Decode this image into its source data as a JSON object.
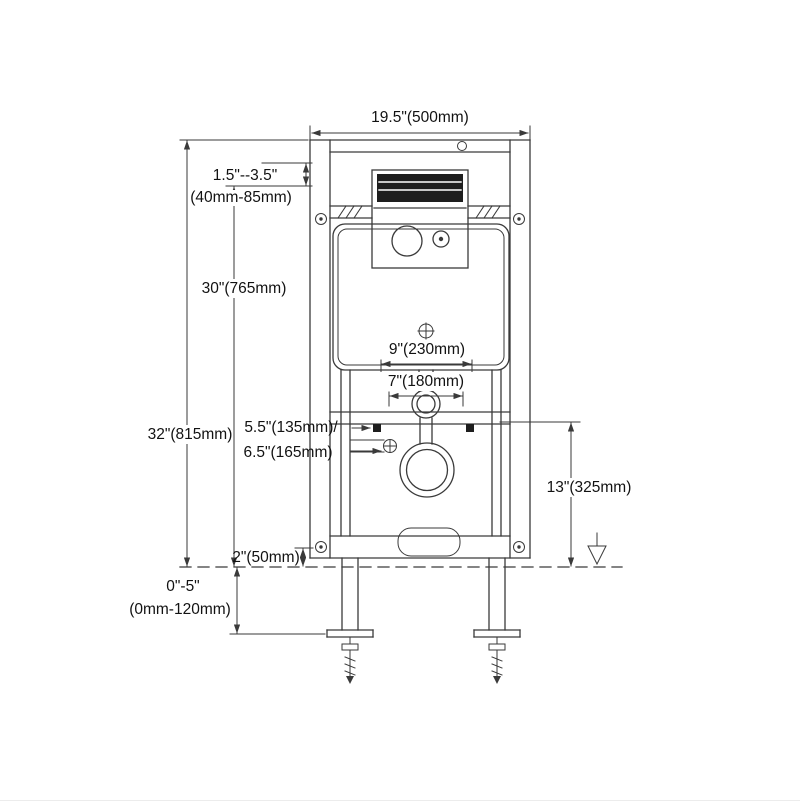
{
  "colors": {
    "line": "#3a3a3a",
    "text": "#121212",
    "panel_dark": "#1e1e1e",
    "background": "#ffffff"
  },
  "diagram": {
    "labels": {
      "width_top": "19.5\"(500mm)",
      "wall_range_in": "1.5\"--3.5\"",
      "wall_range_mm": "(40mm-85mm)",
      "height_765": "30\"(765mm)",
      "height_815": "32\"(815mm)",
      "spacing_230": "9\"(230mm)",
      "spacing_180": "7\"(180mm)",
      "offset_135": "5.5\"(135mm)/",
      "offset_165": "6.5\"(165mm)",
      "height_325": "13\"(325mm)",
      "clearance_50": "2\"(50mm)",
      "floor_range_in": "0\"-5\"",
      "floor_range_mm": "(0mm-120mm)"
    }
  }
}
